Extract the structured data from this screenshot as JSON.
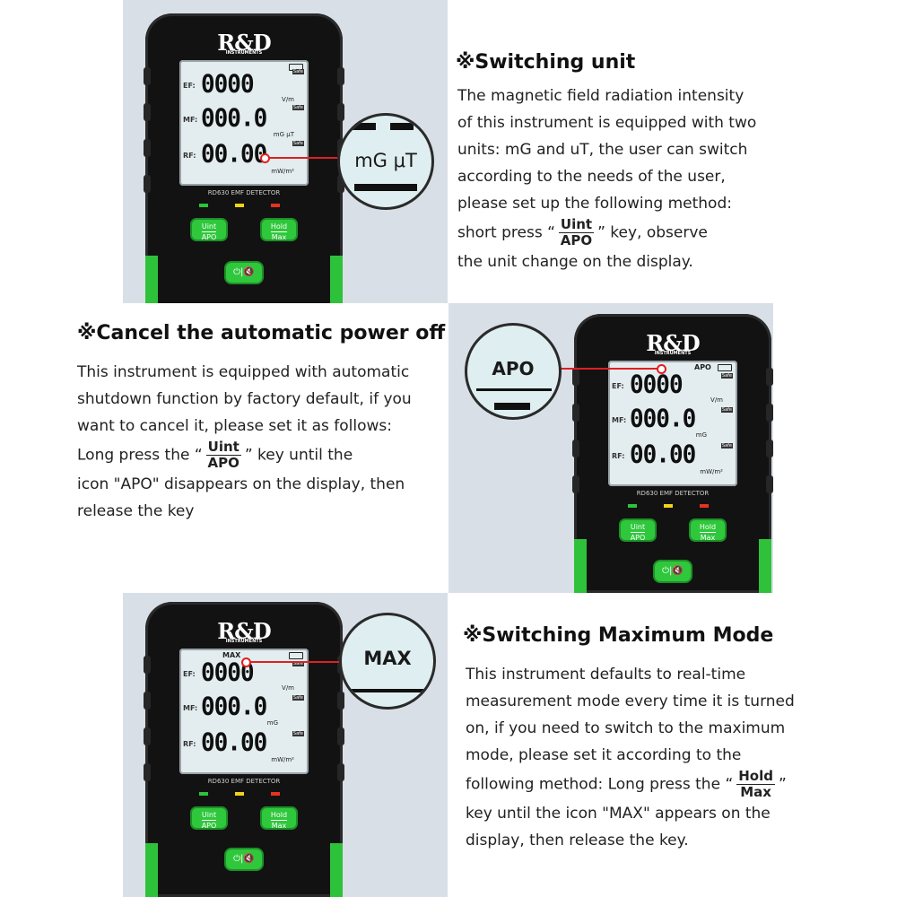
{
  "device": {
    "logo": "R&D",
    "logo_sub": "INSTRUMENTS",
    "model": "RD630  EMF  DETECTOR",
    "ef_tag": "EF:",
    "mf_tag": "MF:",
    "rf_tag": "RF:",
    "ef_value": "0000",
    "ef_unit": "V/m",
    "mf_value": "000.0",
    "rf_value": "00.00",
    "rf_unit": "mW/m²",
    "safe": "Safe",
    "btn_unit_top": "Uint",
    "btn_unit_bottom": "APO",
    "btn_hold_top": "Hold",
    "btn_hold_bottom": "Max",
    "power_symbol": "⏻|🔇",
    "led_colors": [
      "#2ec23b",
      "#f2d21a",
      "#e5331f"
    ]
  },
  "section1": {
    "title": "※Switching unit",
    "mf_unit": "mG μT",
    "zoom_label": "mG μT",
    "lines": [
      "The magnetic field radiation intensity",
      "of this instrument is equipped with two",
      "units: mG and uT, the user can switch",
      "according to the needs of the user,",
      "please set up the following method:"
    ],
    "last_before": "short press “",
    "key_top": "Uint",
    "key_bottom": "APO",
    "last_after": "” key, observe",
    "final": "the unit change on the display."
  },
  "section2": {
    "title": "※Cancel the automatic power off",
    "indicator": "APO",
    "mf_unit": "mG",
    "zoom_label": "APO",
    "lines": [
      "This instrument is equipped with automatic",
      "shutdown function by factory default, if you",
      "want to cancel it, please set it as follows:"
    ],
    "key_line_before": "Long press the “",
    "key_top": "Uint",
    "key_bottom": "APO",
    "key_line_after": "” key until the",
    "final_lines": [
      "icon \"APO\" disappears on the display, then",
      "release the key"
    ]
  },
  "section3": {
    "title": "※Switching Maximum Mode",
    "indicator": "MAX",
    "mf_unit": "mG",
    "zoom_label": "MAX",
    "lines": [
      "This instrument defaults to real-time",
      "measurement mode every time it is turned",
      "on, if you need to switch to the maximum",
      "mode, please set it according to the"
    ],
    "key_line_before": "following method: Long press the “",
    "key_top": "Hold",
    "key_bottom": "Max",
    "key_line_after": "”",
    "final_lines": [
      "key until the icon \"MAX\" appears on the",
      "display, then release the key."
    ]
  }
}
